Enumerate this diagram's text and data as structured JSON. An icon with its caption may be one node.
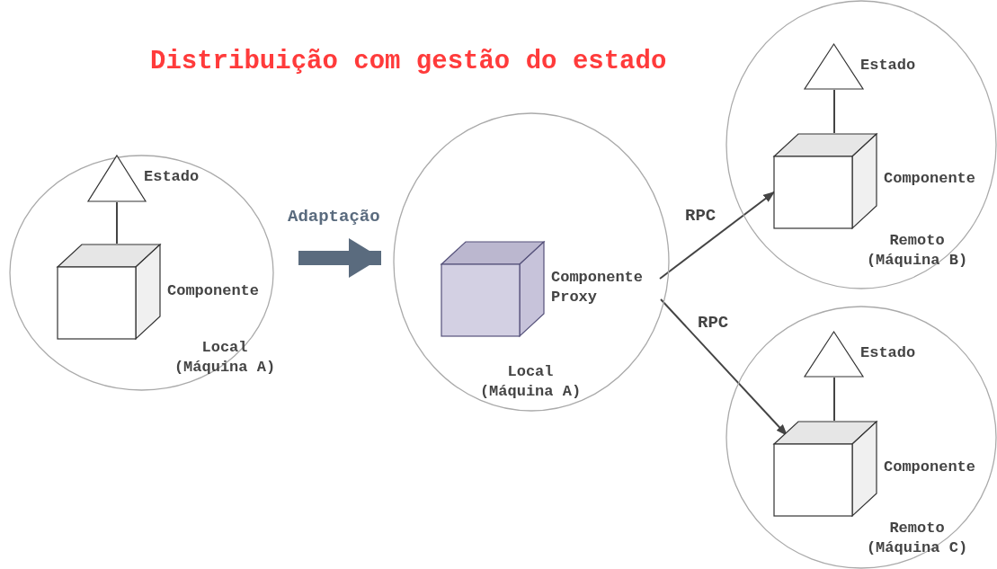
{
  "diagram": {
    "title": "Distribuição com gestão do estado",
    "nodes": [
      {
        "text": [
          "Local (Máquina A)"
        ]
      },
      {
        "text": [
          "Estado"
        ],
        "in": 0
      },
      {
        "text": [
          "Componente"
        ],
        "in": 0
      },
      {
        "text": [
          "Local (Máquina A)"
        ]
      },
      {
        "text": [
          "Componente Proxy"
        ],
        "in": 3
      },
      {
        "text": [
          "Remoto (Máquina B)"
        ]
      },
      {
        "text": [
          "Estado"
        ],
        "in": 5
      },
      {
        "text": [
          "Componente"
        ],
        "in": 5
      },
      {
        "text": [
          "Remoto (Máquina C)"
        ]
      },
      {
        "text": [
          "Estado"
        ],
        "in": 8
      },
      {
        "text": [
          "Componente"
        ],
        "in": 8
      }
    ],
    "edges": [
      {
        "from": 1,
        "to": 2,
        "arrow": "none"
      },
      {
        "from": 0,
        "to": 3,
        "arrow": "to",
        "label": "Adaptação",
        "style": "thick",
        "color": "#5a6b7e"
      },
      {
        "from": 4,
        "to": 7,
        "arrow": "to",
        "label": "RPC"
      },
      {
        "from": 6,
        "to": 7,
        "arrow": "none"
      },
      {
        "from": 4,
        "to": 10,
        "arrow": "to",
        "label": "RPC"
      },
      {
        "from": 9,
        "to": 10,
        "arrow": "none"
      }
    ]
  }
}
